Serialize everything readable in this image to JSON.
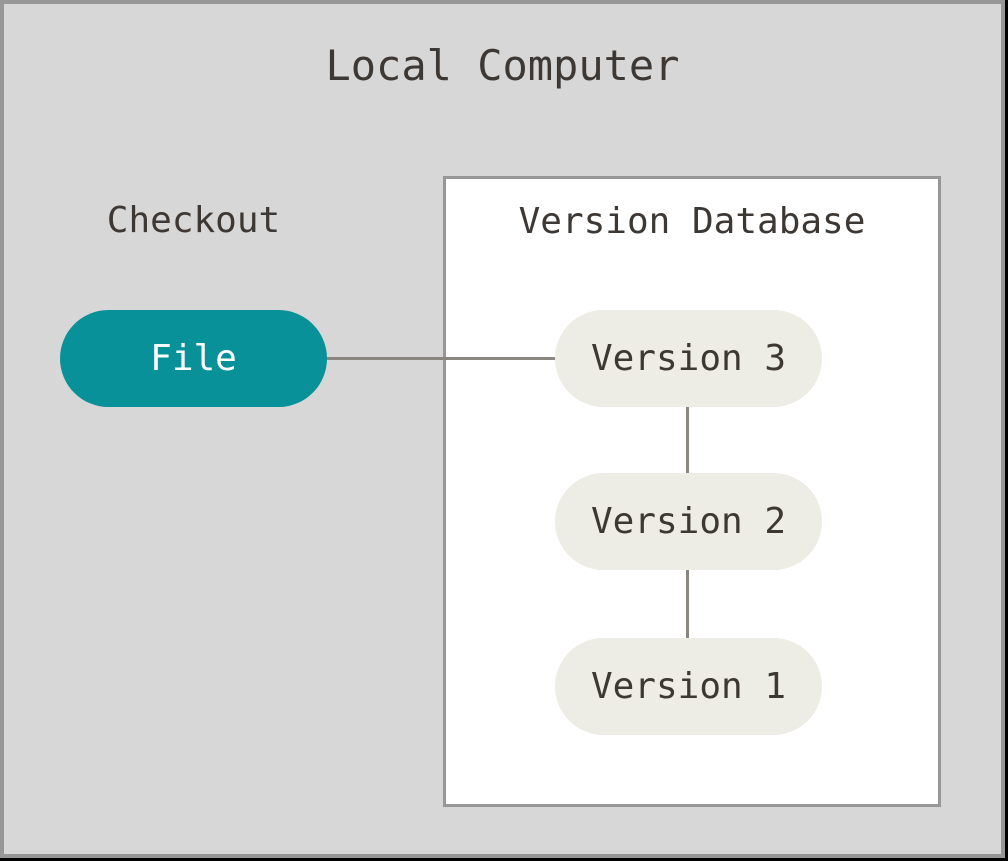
{
  "diagram": {
    "title": "Local Computer",
    "checkout_label": "Checkout",
    "file_node": "File",
    "database": {
      "title": "Version Database",
      "versions": [
        "Version 3",
        "Version 2",
        "Version 1"
      ]
    },
    "colors": {
      "canvas_bg": "#d7d7d7",
      "border_gray": "#979797",
      "shadow_black": "#000000",
      "db_box_bg": "#ffffff",
      "file_fill": "#089199",
      "file_text": "#ffffff",
      "version_fill": "#edece5",
      "text_dark": "#3d3834",
      "connector": "#8b8680"
    }
  }
}
